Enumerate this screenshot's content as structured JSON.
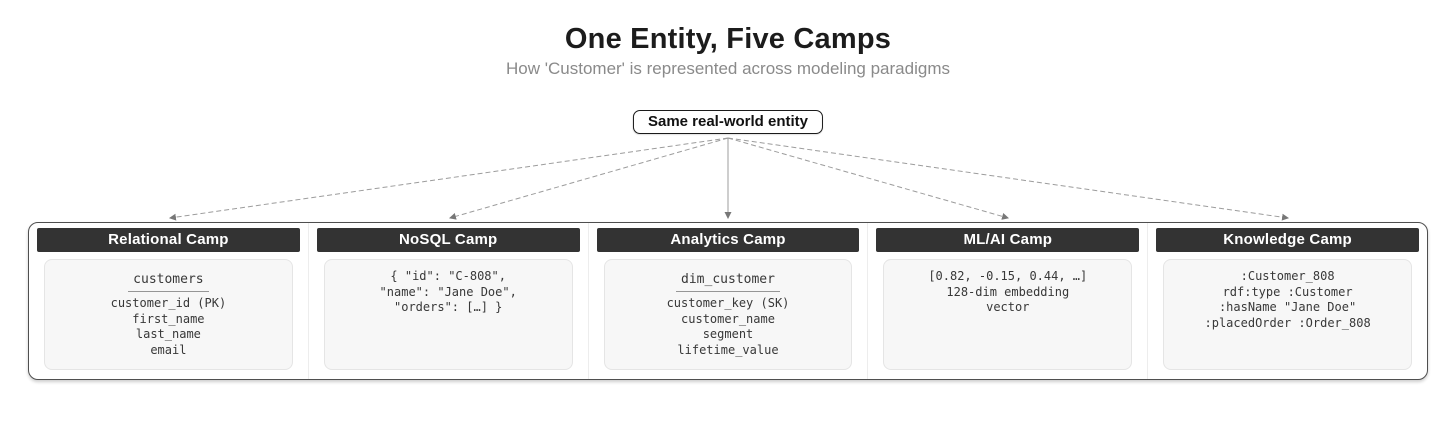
{
  "header": {
    "title": "One Entity, Five Camps",
    "subtitle": "How 'Customer' is represented across modeling paradigms"
  },
  "root_node": {
    "label": "Same real-world entity"
  },
  "camps": [
    {
      "name": "Relational Camp",
      "heading": "customers",
      "lines": [
        "customer_id (PK)",
        "first_name",
        "last_name",
        "email"
      ]
    },
    {
      "name": "NoSQL Camp",
      "heading": null,
      "lines": [
        "{ \"id\": \"C-808\",",
        "\"name\": \"Jane Doe\",",
        "\"orders\": […] }",
        null
      ]
    },
    {
      "name": "Analytics Camp",
      "heading": "dim_customer",
      "lines": [
        "customer_key (SK)",
        "customer_name",
        "segment",
        "lifetime_value"
      ]
    },
    {
      "name": "ML/AI Camp",
      "heading": null,
      "lines": [
        "[0.82, -0.15, 0.44, …]",
        "128-dim embedding",
        "vector",
        null
      ]
    },
    {
      "name": "Knowledge Camp",
      "heading": null,
      "lines": [
        ":Customer_808",
        "rdf:type :Customer",
        ":hasName \"Jane Doe\"",
        ":placedOrder :Order_808"
      ]
    }
  ],
  "colors": {
    "camp_header_bg": "#333333",
    "camp_header_text": "#ffffff",
    "card_bg": "#f7f7f7",
    "card_border": "#e5e5e5",
    "container_border": "#4f4f4f",
    "arrow": "#9c9c9c",
    "title_text": "#1c1c1c",
    "subtitle_text": "#8a8a8a",
    "mono_text": "#383838"
  }
}
